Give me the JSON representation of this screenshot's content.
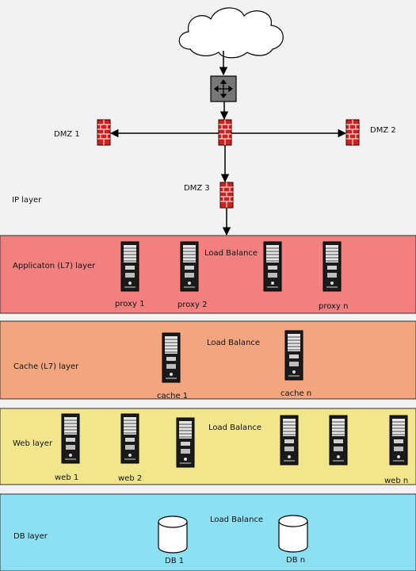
{
  "labels": {
    "dmz1": "DMZ 1",
    "dmz2": "DMZ 2",
    "dmz3": "DMZ 3",
    "ip_layer": "IP layer"
  },
  "layers": {
    "application": {
      "label": "Applicaton (L7) layer",
      "load_balance": "Load Balance",
      "color": "#f28080",
      "servers": [
        "proxy 1",
        "proxy 2",
        "proxy n"
      ]
    },
    "cache": {
      "label": "Cache (L7) layer",
      "load_balance": "Load Balance",
      "color": "#f2a680",
      "servers": [
        "cache 1",
        "cache n"
      ]
    },
    "web": {
      "label": "Web layer",
      "load_balance": "Load Balance",
      "color": "#f2e68c",
      "servers": [
        "web 1",
        "web 2",
        "web n"
      ]
    },
    "db": {
      "label": "DB layer",
      "load_balance": "Load Balance",
      "color": "#8ce0f2",
      "servers": [
        "DB 1",
        "DB n"
      ]
    }
  },
  "icons": [
    "cloud-icon",
    "router-icon",
    "firewall-icon",
    "server-icon",
    "database-icon"
  ],
  "colors": {
    "firewall": "#cc2222",
    "router": "#777777",
    "line": "#000000"
  }
}
